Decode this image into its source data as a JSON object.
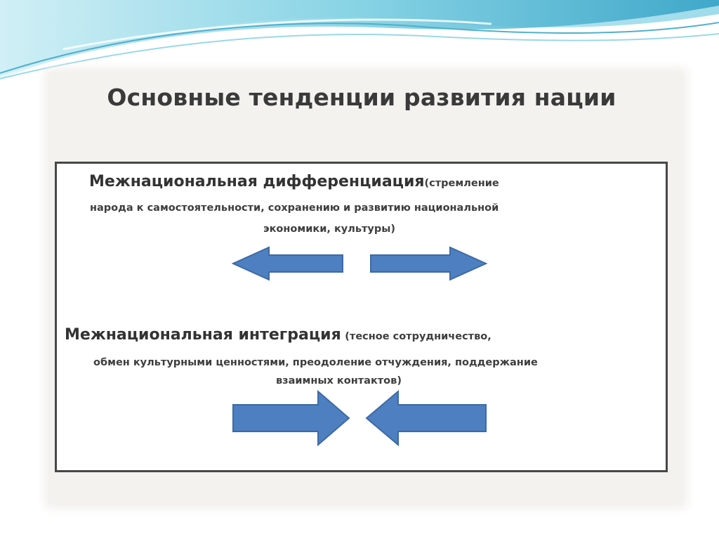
{
  "slide": {
    "title": "Основные тенденции развития нации",
    "differentiation": {
      "heading": "Межнациональная дифференциация",
      "note_1": "(стремление",
      "note_2": "народа к самостоятельности, сохранению и развитию национальной",
      "note_3": "экономики, культуры)"
    },
    "integration": {
      "heading": "Межнациональная интеграция",
      "note_1": "(тесное сотрудничество,",
      "note_2": "обмен культурными ценностями, преодоление отчуждения, поддержание",
      "note_3": "взаимных контактов)"
    },
    "colors": {
      "arrow_fill": "#4e7fc1",
      "frame": "#474747",
      "wave": "#5ab5cf"
    }
  }
}
